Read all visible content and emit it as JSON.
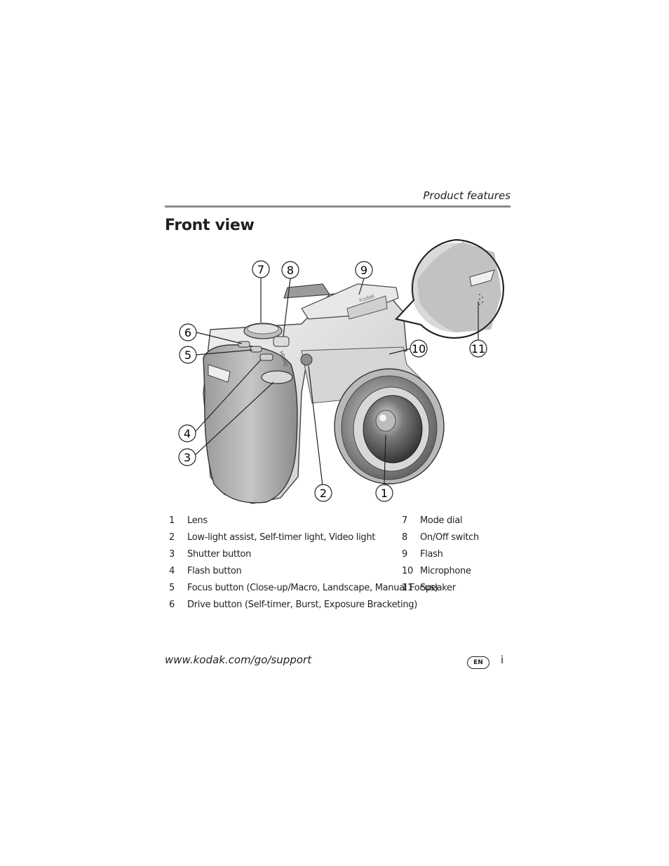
{
  "header": {
    "section": "Product features"
  },
  "page_title": "Front view",
  "callouts": [
    "1",
    "2",
    "3",
    "4",
    "5",
    "6",
    "7",
    "8",
    "9",
    "10",
    "11"
  ],
  "camera_marks": {
    "brand": "Kodak",
    "dial_text": "HD/HQ"
  },
  "legend": {
    "left": [
      {
        "num": "1",
        "text": "Lens"
      },
      {
        "num": "2",
        "text": "Low-light assist, Self-timer light, Video light"
      },
      {
        "num": "3",
        "text": "Shutter button"
      },
      {
        "num": "4",
        "text": "Flash button"
      },
      {
        "num": "5",
        "text": "Focus button (Close-up/Macro, Landscape, Manual Focus)"
      },
      {
        "num": "6",
        "text": "Drive button (Self-timer, Burst, Exposure Bracketing)"
      }
    ],
    "right": [
      {
        "num": "7",
        "text": "Mode dial"
      },
      {
        "num": "8",
        "text": "On/Off switch"
      },
      {
        "num": "9",
        "text": "Flash"
      },
      {
        "num": "10",
        "text": "Microphone"
      },
      {
        "num": "11",
        "text": "Speaker"
      }
    ]
  },
  "footer": {
    "url": "www.kodak.com/go/support",
    "lang": "EN",
    "page": "i"
  }
}
